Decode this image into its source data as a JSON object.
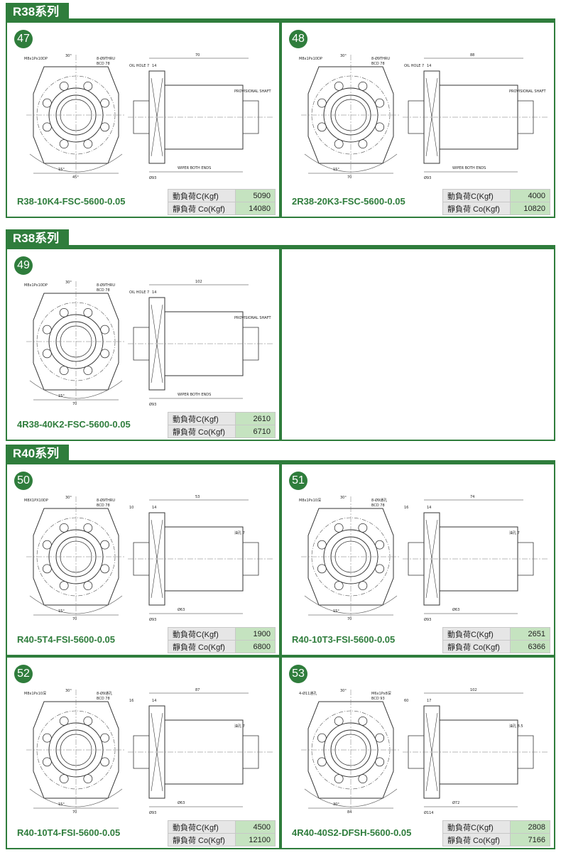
{
  "sections": [
    {
      "title": "R38系列"
    },
    {
      "title": "R38系列"
    },
    {
      "title": "R40系列"
    }
  ],
  "labels": {
    "dynamic": "動負荷C(Kgf)",
    "static": "靜負荷 Co(Kgf)"
  },
  "products": [
    {
      "num": "47",
      "model": "R38-10K4-FSC-5600-0.05",
      "dynamic": "5090",
      "static": "14080",
      "dims": {
        "a": "M8x1Px10DP",
        "b": "8-Ø9THRU",
        "c": "BCD 78",
        "d": "30°",
        "e": "70",
        "f": "14",
        "g": "OIL HOLE 7",
        "h": "PROVISIONAL SHAFT",
        "i": "WIPER BOTH ENDS",
        "j": "Ø93",
        "k": "45°",
        "l": "15°"
      }
    },
    {
      "num": "48",
      "model": "2R38-20K3-FSC-5600-0.05",
      "dynamic": "4000",
      "static": "10820",
      "dims": {
        "a": "M8x1Px10DP",
        "b": "8-Ø9THRU",
        "c": "BCD 78",
        "d": "30°",
        "e": "88",
        "f": "14",
        "g": "OIL HOLE 7",
        "h": "PROVISIONAL SHAFT",
        "i": "WIPER BOTH ENDS",
        "j": "Ø93",
        "k": "70",
        "l": "15°"
      }
    },
    {
      "num": "49",
      "model": "4R38-40K2-FSC-5600-0.05",
      "dynamic": "2610",
      "static": "6710",
      "dims": {
        "a": "M8x1Px10DP",
        "b": "8-Ø9THRU",
        "c": "BCD 78",
        "d": "30°",
        "e": "102",
        "f": "14",
        "g": "OIL HOLE 7",
        "h": "PROVISIONAL SHAFT",
        "i": "WIPER BOTH ENDS",
        "j": "Ø93",
        "k": "70",
        "l": "15°"
      }
    },
    {
      "num": "50",
      "model": "R40-5T4-FSI-5600-0.05",
      "dynamic": "1900",
      "static": "6800",
      "dims": {
        "a": "M8X1PX10DP",
        "b": "8-Ø9THRU",
        "c": "BCD 78",
        "d": "30°",
        "e": "53",
        "f": "14",
        "g": "10",
        "h": "油孔 7",
        "i": "Ø63",
        "j": "Ø93",
        "k": "70",
        "l": "15°"
      }
    },
    {
      "num": "51",
      "model": "R40-10T3-FSI-5600-0.05",
      "dynamic": "2651",
      "static": "6366",
      "dims": {
        "a": "M8x1Px10深",
        "b": "8-Ø9通孔",
        "c": "BCD 78",
        "d": "30°",
        "e": "74",
        "f": "14",
        "g": "16",
        "h": "油孔 7",
        "i": "Ø63",
        "j": "Ø93",
        "k": "70",
        "l": "15°"
      }
    },
    {
      "num": "52",
      "model": "R40-10T4-FSI-5600-0.05",
      "dynamic": "4500",
      "static": "12100",
      "dims": {
        "a": "M8x1Px10深",
        "b": "8-Ø9通孔",
        "c": "BCD 78",
        "d": "30°",
        "e": "87",
        "f": "14",
        "g": "16",
        "h": "油孔 7",
        "i": "Ø63",
        "j": "Ø93",
        "k": "70",
        "l": "15°"
      }
    },
    {
      "num": "53",
      "model": "4R40-40S2-DFSH-5600-0.05",
      "dynamic": "2808",
      "static": "7166",
      "dims": {
        "a": "4-Ø11通孔",
        "b": "M6x1Px8深",
        "c": "BCD 93",
        "d": "30°",
        "e": "102",
        "f": "17",
        "g": "60",
        "h": "油孔 8.5",
        "i": "Ø72",
        "j": "Ø114",
        "k": "84",
        "l": "30°"
      }
    }
  ]
}
